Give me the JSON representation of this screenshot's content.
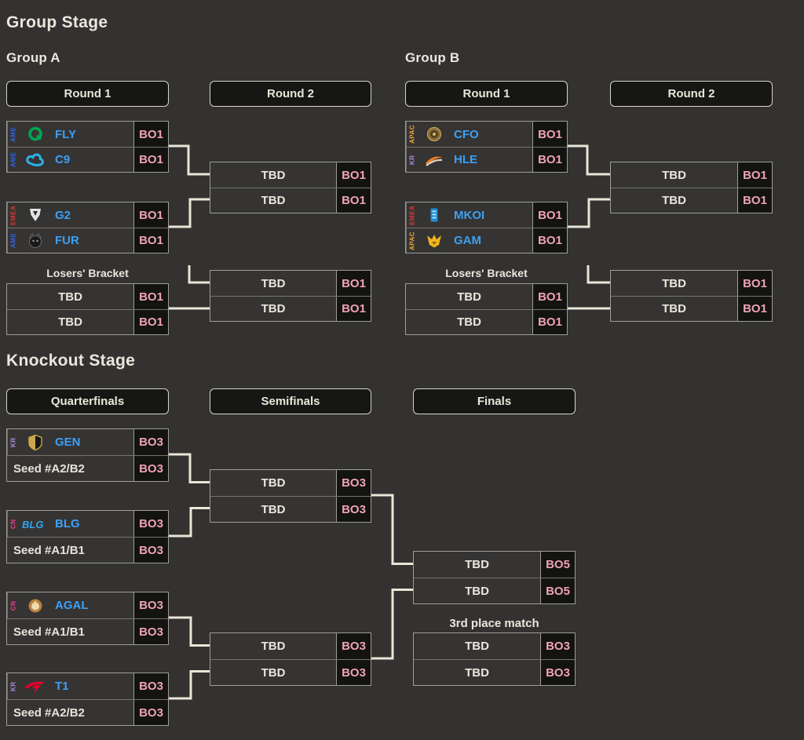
{
  "stage_titles": {
    "group": "Group Stage",
    "knockout": "Knockout Stage"
  },
  "groups": {
    "a": {
      "title": "Group A",
      "round1": "Round 1",
      "round2": "Round 2",
      "losers_label": "Losers' Bracket"
    },
    "b": {
      "title": "Group B",
      "round1": "Round 1",
      "round2": "Round 2",
      "losers_label": "Losers' Bracket"
    }
  },
  "knockout": {
    "quarterfinals": "Quarterfinals",
    "semifinals": "Semifinals",
    "finals": "Finals",
    "third_place_label": "3rd place match"
  },
  "colors": {
    "page_bg": "#333231",
    "button_bg": "#161614",
    "button_border": "#d8d5c6",
    "box_border": "#9f9d93",
    "row_divider": "#76746c",
    "connector": "#e9e6d6",
    "text_cream": "#e9e7dc",
    "team_blue": "#3d9ff5",
    "bo_pink": "#efa2ba",
    "bo_bg": "#131311",
    "region_ame": "#2d66f2",
    "region_emea": "#e03434",
    "region_kr": "#b48ce0",
    "region_apac": "#eaa73f",
    "region_cn": "#ff3d98"
  },
  "matches": {
    "a_m1": {
      "rows": [
        {
          "type": "team",
          "tag": "AME",
          "region": "ame",
          "logo": "fly-logo",
          "name": "FLY",
          "bo": "BO1"
        },
        {
          "type": "team",
          "tag": "AME",
          "region": "ame",
          "logo": "c9-logo",
          "name": "C9",
          "bo": "BO1"
        }
      ]
    },
    "a_m2": {
      "rows": [
        {
          "type": "team",
          "tag": "EMEA",
          "region": "emea",
          "logo": "g2-logo",
          "name": "G2",
          "bo": "BO1"
        },
        {
          "type": "team",
          "tag": "AME",
          "region": "ame",
          "logo": "fur-logo",
          "name": "FUR",
          "bo": "BO1"
        }
      ]
    },
    "a_lb1": {
      "rows": [
        {
          "type": "tbd",
          "name": "TBD",
          "bo": "BO1"
        },
        {
          "type": "tbd",
          "name": "TBD",
          "bo": "BO1"
        }
      ]
    },
    "a_r2w": {
      "rows": [
        {
          "type": "tbd",
          "name": "TBD",
          "bo": "BO1"
        },
        {
          "type": "tbd",
          "name": "TBD",
          "bo": "BO1"
        }
      ]
    },
    "a_r2l": {
      "rows": [
        {
          "type": "tbd",
          "name": "TBD",
          "bo": "BO1"
        },
        {
          "type": "tbd",
          "name": "TBD",
          "bo": "BO1"
        }
      ]
    },
    "b_m1": {
      "rows": [
        {
          "type": "team",
          "tag": "APAC",
          "region": "apac",
          "logo": "cfo-logo",
          "name": "CFO",
          "bo": "BO1"
        },
        {
          "type": "team",
          "tag": "KR",
          "region": "kr",
          "logo": "hle-logo",
          "name": "HLE",
          "bo": "BO1"
        }
      ]
    },
    "b_m2": {
      "rows": [
        {
          "type": "team",
          "tag": "EMEA",
          "region": "emea",
          "logo": "mkoi-logo",
          "name": "MKOI",
          "bo": "BO1"
        },
        {
          "type": "team",
          "tag": "APAC",
          "region": "apac",
          "logo": "gam-logo",
          "name": "GAM",
          "bo": "BO1"
        }
      ]
    },
    "b_lb1": {
      "rows": [
        {
          "type": "tbd",
          "name": "TBD",
          "bo": "BO1"
        },
        {
          "type": "tbd",
          "name": "TBD",
          "bo": "BO1"
        }
      ]
    },
    "b_r2w": {
      "rows": [
        {
          "type": "tbd",
          "name": "TBD",
          "bo": "BO1"
        },
        {
          "type": "tbd",
          "name": "TBD",
          "bo": "BO1"
        }
      ]
    },
    "b_r2l": {
      "rows": [
        {
          "type": "tbd",
          "name": "TBD",
          "bo": "BO1"
        },
        {
          "type": "tbd",
          "name": "TBD",
          "bo": "BO1"
        }
      ]
    },
    "k_qf1": {
      "rows": [
        {
          "type": "team",
          "tag": "KR",
          "region": "kr",
          "logo": "gen-logo",
          "name": "GEN",
          "bo": "BO3"
        },
        {
          "type": "seed",
          "name": "Seed #A2/B2",
          "bo": "BO3"
        }
      ]
    },
    "k_qf2": {
      "rows": [
        {
          "type": "team",
          "tag": "CN",
          "region": "cn",
          "logo": "blg-logo",
          "name": "BLG",
          "bo": "BO3"
        },
        {
          "type": "seed",
          "name": "Seed #A1/B1",
          "bo": "BO3"
        }
      ]
    },
    "k_qf3": {
      "rows": [
        {
          "type": "team",
          "tag": "CN",
          "region": "cn",
          "logo": "agal-logo",
          "name": "AGAL",
          "bo": "BO3"
        },
        {
          "type": "seed",
          "name": "Seed #A1/B1",
          "bo": "BO3"
        }
      ]
    },
    "k_qf4": {
      "rows": [
        {
          "type": "team",
          "tag": "KR",
          "region": "kr",
          "logo": "t1-logo",
          "name": "T1",
          "bo": "BO3"
        },
        {
          "type": "seed",
          "name": "Seed #A2/B2",
          "bo": "BO3"
        }
      ]
    },
    "k_sf1": {
      "rows": [
        {
          "type": "tbd",
          "name": "TBD",
          "bo": "BO3"
        },
        {
          "type": "tbd",
          "name": "TBD",
          "bo": "BO3"
        }
      ]
    },
    "k_sf2": {
      "rows": [
        {
          "type": "tbd",
          "name": "TBD",
          "bo": "BO3"
        },
        {
          "type": "tbd",
          "name": "TBD",
          "bo": "BO3"
        }
      ]
    },
    "k_f": {
      "rows": [
        {
          "type": "tbd",
          "name": "TBD",
          "bo": "BO5"
        },
        {
          "type": "tbd",
          "name": "TBD",
          "bo": "BO5"
        }
      ]
    },
    "k_3rd": {
      "rows": [
        {
          "type": "tbd",
          "name": "TBD",
          "bo": "BO3"
        },
        {
          "type": "tbd",
          "name": "TBD",
          "bo": "BO3"
        }
      ]
    }
  }
}
